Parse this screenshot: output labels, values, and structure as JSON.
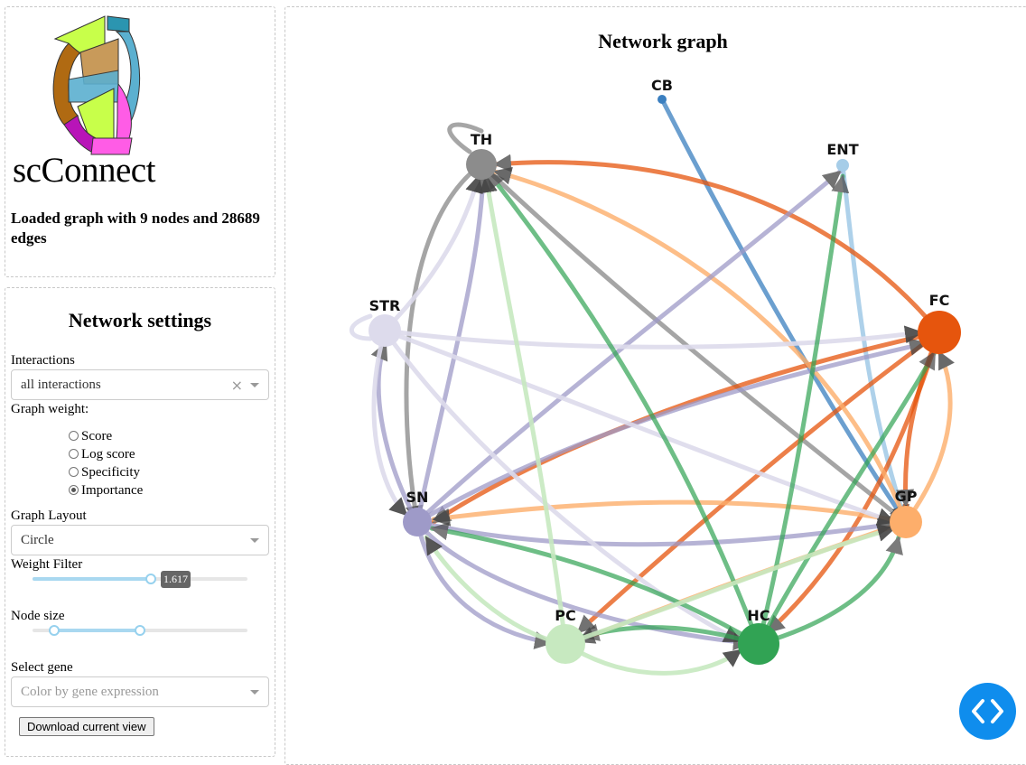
{
  "logo": {
    "text": "scConnect",
    "colors": [
      "#b06a12",
      "#c8ff4a",
      "#c89a5a",
      "#5bb0d0",
      "#2b95b0",
      "#ff5ce6",
      "#b814b8"
    ]
  },
  "status": {
    "message": "Loaded graph with 9 nodes and 28689 edges"
  },
  "settings": {
    "title": "Network settings",
    "interactions_label": "Interactions",
    "interactions_value": "all interactions",
    "clear_symbol": "×",
    "graph_weight_label": "Graph weight:",
    "weight_options": [
      {
        "label": "Score",
        "selected": false
      },
      {
        "label": "Log score",
        "selected": false
      },
      {
        "label": "Specificity",
        "selected": false
      },
      {
        "label": "Importance",
        "selected": true
      }
    ],
    "layout_label": "Graph Layout",
    "layout_value": "Circle",
    "weight_filter_label": "Weight Filter",
    "weight_filter_value": "1.617",
    "weight_filter_fraction": 0.55,
    "node_size_label": "Node size",
    "node_size_range": [
      0.1,
      0.45
    ],
    "gene_label": "Select gene",
    "gene_placeholder": "Color by gene expression",
    "download_label": "Download current view"
  },
  "graph": {
    "title": "Network graph",
    "nodes": [
      {
        "id": "TH",
        "color": "#8c8c8c"
      },
      {
        "id": "CB",
        "color": "#3a7fc0"
      },
      {
        "id": "ENT",
        "color": "#a6cde8"
      },
      {
        "id": "STR",
        "color": "#dddbec"
      },
      {
        "id": "FC",
        "color": "#e6550d"
      },
      {
        "id": "SN",
        "color": "#9e9ac8"
      },
      {
        "id": "GP",
        "color": "#fdae6b"
      },
      {
        "id": "PC",
        "color": "#c7e9c0"
      },
      {
        "id": "HC",
        "color": "#31a354"
      }
    ]
  },
  "fab": {
    "icon": "code-icon"
  }
}
